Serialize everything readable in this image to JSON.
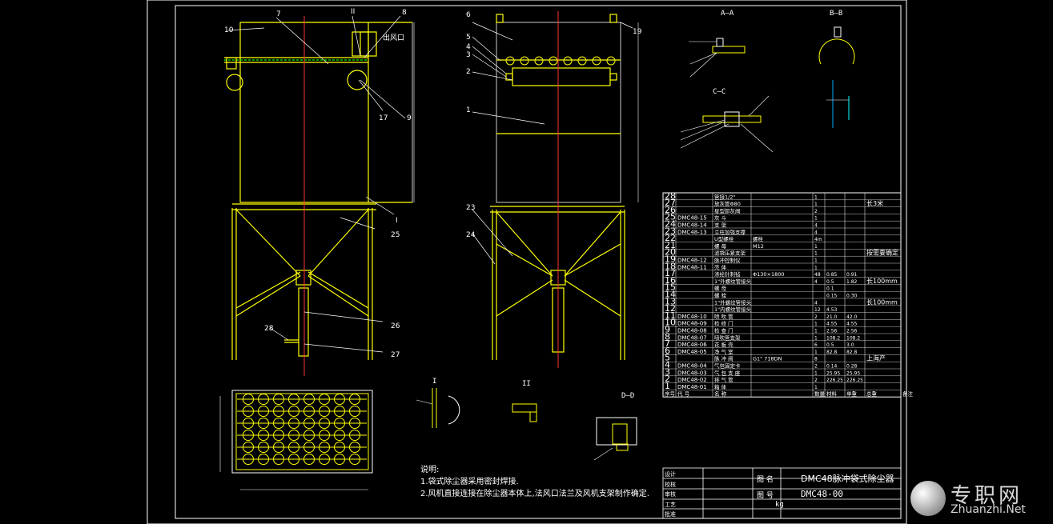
{
  "title_block": {
    "drawing_name": "DMC48脉冲袋式除尘器",
    "drawing_no": "DMC48-00",
    "label_name": "图 名",
    "label_no": "图 号",
    "unit_weight": "kg",
    "left_labels": [
      "设计",
      "校核",
      "审核",
      "工艺",
      "批准"
    ]
  },
  "notes": {
    "heading": "说明:",
    "lines": [
      "1.袋式除尘器采用密封焊接.",
      "2.风机直接连接在除尘器本体上,法风口法兰及风机支架制作确定."
    ]
  },
  "section_labels": {
    "aa": "A—A",
    "bb": "B—B",
    "cc": "C—C",
    "dd": "D—D",
    "detail_1": "I",
    "detail_2": "II"
  },
  "air_outlet_label": "出风口",
  "bom_header": [
    "序号",
    "代 号",
    "名 称",
    "",
    "数量",
    "材料",
    "单重",
    "总重",
    "备注"
  ],
  "bom_header_units": "kg",
  "bom_rows": [
    {
      "no": "28",
      "code": "",
      "name": "管接1/2\"",
      "qty": "1",
      "remark": ""
    },
    {
      "no": "27",
      "code": "",
      "name": "放灰管Φ80",
      "qty": "1",
      "remark": "长3米"
    },
    {
      "no": "26",
      "code": "",
      "name": "星型卸灰阀",
      "qty": "2",
      "remark": ""
    },
    {
      "no": "25",
      "code": "DMC48-15",
      "name": "灰 斗",
      "qty": "1",
      "remark": ""
    },
    {
      "no": "24",
      "code": "DMC48-14",
      "name": "支 架",
      "qty": "4",
      "remark": ""
    },
    {
      "no": "23",
      "code": "DMC48-13",
      "name": "立柱加强支撑",
      "qty": "4",
      "remark": ""
    },
    {
      "no": "22",
      "code": "",
      "name": "U型螺栓",
      "spec": "螺栓",
      "qty": "4m",
      "remark": ""
    },
    {
      "no": "21",
      "code": "",
      "name": "螺 母",
      "spec": "M12",
      "qty": "1",
      "remark": ""
    },
    {
      "no": "20",
      "code": "",
      "name": "滤袋压紧支架",
      "qty": "1",
      "remark": "按需要确定"
    },
    {
      "no": "19",
      "code": "DMC48-12",
      "name": "脉冲控制仪",
      "qty": "1",
      "remark": ""
    },
    {
      "no": "18",
      "code": "DMC48-11",
      "name": "壳 体",
      "qty": "1",
      "remark": ""
    },
    {
      "no": "17",
      "code": "",
      "name": "涤纶针刺毡",
      "spec": "Φ130×1800",
      "qty": "48",
      "w": "0.85",
      "t": "0.91",
      "remark": ""
    },
    {
      "no": "16",
      "code": "",
      "name": "1\"外螺纹管接头",
      "qty": "4",
      "w": "0.5",
      "t": "1.82",
      "remark": "长100mm"
    },
    {
      "no": "15",
      "code": "",
      "name": "螺 母",
      "qty": "",
      "w": "0.1",
      "t": "",
      "remark": ""
    },
    {
      "no": "14",
      "code": "",
      "name": "螺 栓",
      "qty": "",
      "w": "0.15",
      "t": "0.30",
      "remark": ""
    },
    {
      "no": "13",
      "code": "",
      "name": "1\"外螺纹管接头",
      "qty": "4",
      "remark": "长100mm"
    },
    {
      "no": "12",
      "code": "",
      "name": "1\"内螺纹管接头",
      "qty": "12",
      "w": "4.53",
      "t": "",
      "remark": ""
    },
    {
      "no": "11",
      "code": "DMC48-10",
      "name": "喷 吹 管",
      "qty": "2",
      "w": "21.0",
      "t": "42.0",
      "remark": ""
    },
    {
      "no": "10",
      "code": "DMC48-09",
      "name": "检 修 门",
      "qty": "1",
      "w": "4.55",
      "t": "4.55",
      "remark": ""
    },
    {
      "no": "9",
      "code": "DMC48-08",
      "name": "检 查 门",
      "qty": "1",
      "w": "2.56",
      "t": "2.56",
      "remark": ""
    },
    {
      "no": "8",
      "code": "DMC48-07",
      "name": "喷吹管支架",
      "qty": "1",
      "w": "108.2",
      "t": "108.2",
      "remark": ""
    },
    {
      "no": "7",
      "code": "DMC48-06",
      "name": "花 板 壳",
      "qty": "6",
      "w": "0.5",
      "t": "3.0",
      "remark": ""
    },
    {
      "no": "6",
      "code": "DMC48-05",
      "name": "净 气 室",
      "qty": "1",
      "w": "82.8",
      "t": "82.8",
      "remark": ""
    },
    {
      "no": "5",
      "code": "",
      "name": "脉 冲 阀",
      "spec": "G1\" 718DN",
      "qty": "8",
      "w": "",
      "t": "",
      "remark": "上海产"
    },
    {
      "no": "4",
      "code": "DMC48-04",
      "name": "气包固定卡",
      "qty": "2",
      "w": "0.14",
      "t": "0.28",
      "remark": ""
    },
    {
      "no": "3",
      "code": "DMC48-03",
      "name": "气 包 支 座",
      "qty": "1",
      "w": "25.95",
      "t": "25.95",
      "remark": ""
    },
    {
      "no": "2",
      "code": "DMC48-02",
      "name": "排 气 管",
      "qty": "2",
      "w": "226.25",
      "t": "226.25",
      "remark": ""
    },
    {
      "no": "1",
      "code": "DMC48-01",
      "name": "箱 体",
      "qty": "1",
      "w": "",
      "t": "",
      "remark": ""
    }
  ],
  "balloons_front": [
    "10",
    "7",
    "II",
    "8",
    "9",
    "17",
    "25",
    "I",
    "26",
    "28",
    "27"
  ],
  "balloons_side": [
    "6",
    "5",
    "4",
    "3",
    "2",
    "1",
    "23",
    "24",
    "19"
  ],
  "watermark": {
    "cn": "专职网",
    "en": "Zhuanzhi.Net"
  }
}
